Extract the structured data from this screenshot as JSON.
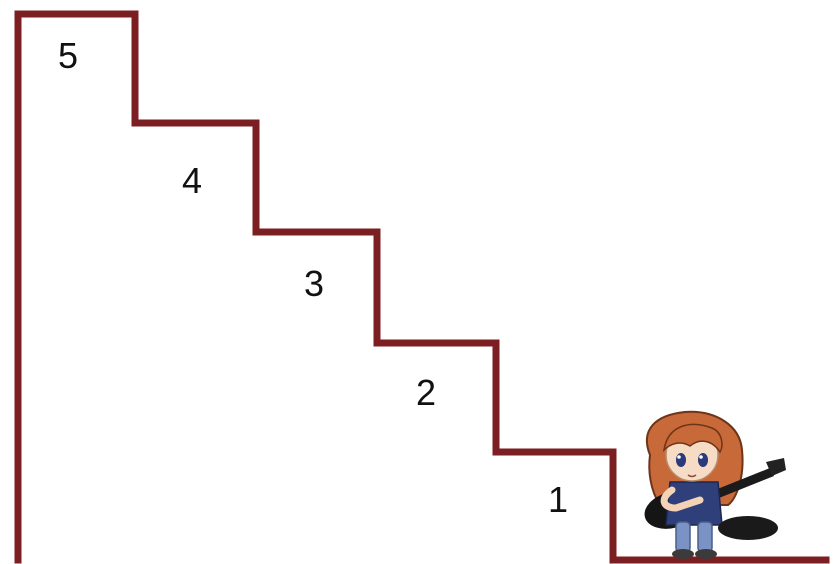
{
  "colors": {
    "outline": "#7b1f22",
    "background": "#ffffff",
    "label": "#111111"
  },
  "steps": [
    {
      "label": "1"
    },
    {
      "label": "2"
    },
    {
      "label": "3"
    },
    {
      "label": "4"
    },
    {
      "label": "5"
    }
  ],
  "character": {
    "icon": "girl-with-guitar-icon"
  }
}
